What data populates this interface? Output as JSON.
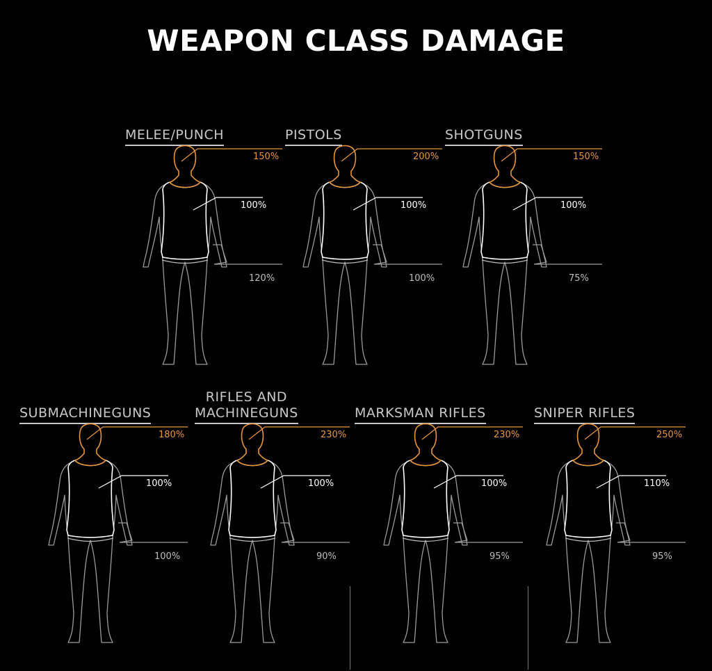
{
  "title": "WEAPON CLASS DAMAGE",
  "colors": {
    "head": "#e8963c",
    "torso": "#ffffff",
    "legs": "#bdbdbd",
    "label": "#c8c8c8",
    "background": "#000000"
  },
  "weapon_classes": [
    {
      "name": "MELEE/PUNCH",
      "head": "150%",
      "torso": "100%",
      "legs": "120%"
    },
    {
      "name": "PISTOLS",
      "head": "200%",
      "torso": "100%",
      "legs": "100%"
    },
    {
      "name": "SHOTGUNS",
      "head": "150%",
      "torso": "100%",
      "legs": "75%"
    },
    {
      "name": "SUBMACHINEGUNS",
      "head": "180%",
      "torso": "100%",
      "legs": "100%"
    },
    {
      "name": "RIFLES AND\nMACHINEGUNS",
      "head": "230%",
      "torso": "100%",
      "legs": "90%"
    },
    {
      "name": "MARKSMAN RIFLES",
      "head": "230%",
      "torso": "100%",
      "legs": "95%"
    },
    {
      "name": "SNIPER RIFLES",
      "head": "250%",
      "torso": "110%",
      "legs": "95%"
    }
  ]
}
